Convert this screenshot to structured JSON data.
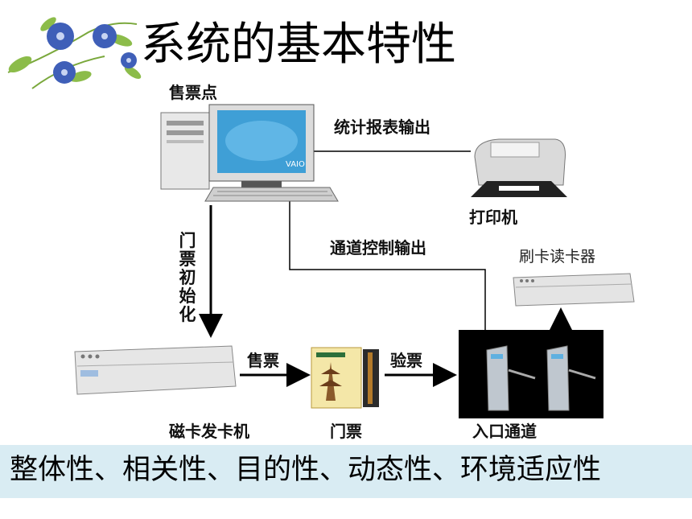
{
  "title": "系统的基本特性",
  "labels": {
    "ticket_point": "售票点",
    "stats_output": "统计报表输出",
    "printer": "打印机",
    "channel_control": "通道控制输出",
    "card_reader": "刷卡读卡器",
    "ticket_init": "门票初始化",
    "sell_ticket": "售票",
    "check_ticket": "验票",
    "card_issuer": "磁卡发卡机",
    "ticket": "门票",
    "entrance": "入口通道"
  },
  "devices": {
    "monitor_brand": "VAIO"
  },
  "footer": "整体性、相关性、目的性、动态性、环境适应性",
  "colors": {
    "footer_bg": "#d9ecf3",
    "flower": "#3f5fb8",
    "leaf": "#7aa83c",
    "entrance_bg": "#000000"
  }
}
